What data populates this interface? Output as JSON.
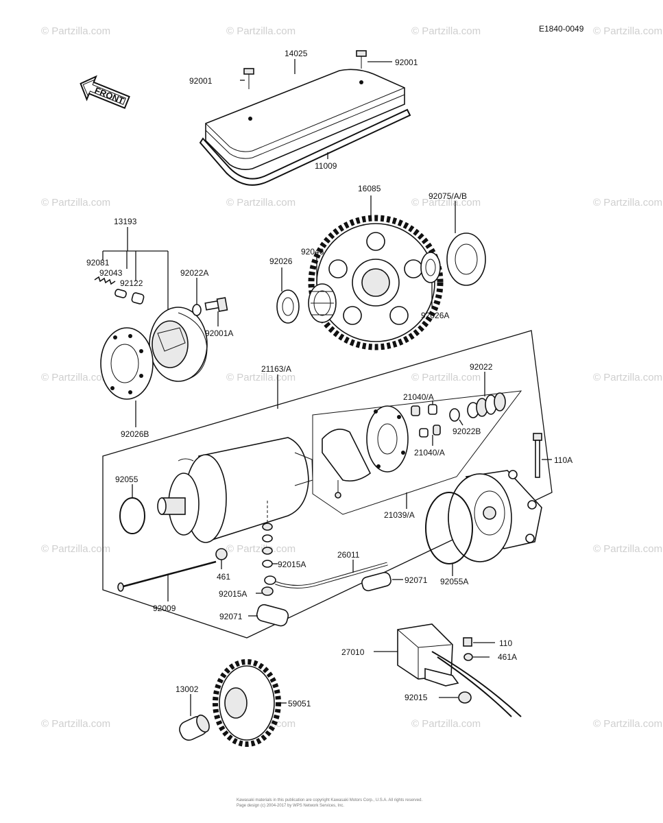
{
  "diagram_code": "E1840-0049",
  "front_label": "FRONT",
  "watermark": "© Partzilla.com",
  "footer": [
    "Kawasaki materials in this publication are copyright Kawasaki Motors Corp., U.S.A. All rights reserved.",
    "Page design (c) 2004-2017 by WPS Network Services, Inc."
  ],
  "parts": {
    "p14025": "14025",
    "p92001_left": "92001",
    "p92001_right": "92001",
    "p11009": "11009",
    "p16085": "16085",
    "p92075": "92075/A/B",
    "p13193": "13193",
    "p92081": "92081",
    "p92043": "92043",
    "p92122": "92122",
    "p92022A": "92022A",
    "p92001A": "92001A",
    "p92026": "92026",
    "p92046": "92046",
    "p92026A": "92026A",
    "p92026B": "92026B",
    "p21163": "21163/A",
    "p92022": "92022",
    "p21040_top": "21040/A",
    "p21040_bot": "21040/A",
    "p92022B": "92022B",
    "p110A": "110A",
    "p92055": "92055",
    "p21039": "21039/A",
    "p92015A_1": "92015A",
    "p26011": "26011",
    "p461": "461",
    "p92071_right": "92071",
    "p92055A": "92055A",
    "p92015A_2": "92015A",
    "p92009": "92009",
    "p92071_left": "92071",
    "p27010": "27010",
    "p110": "110",
    "p461A": "461A",
    "p13002": "13002",
    "p59051": "59051",
    "p92015": "92015"
  }
}
